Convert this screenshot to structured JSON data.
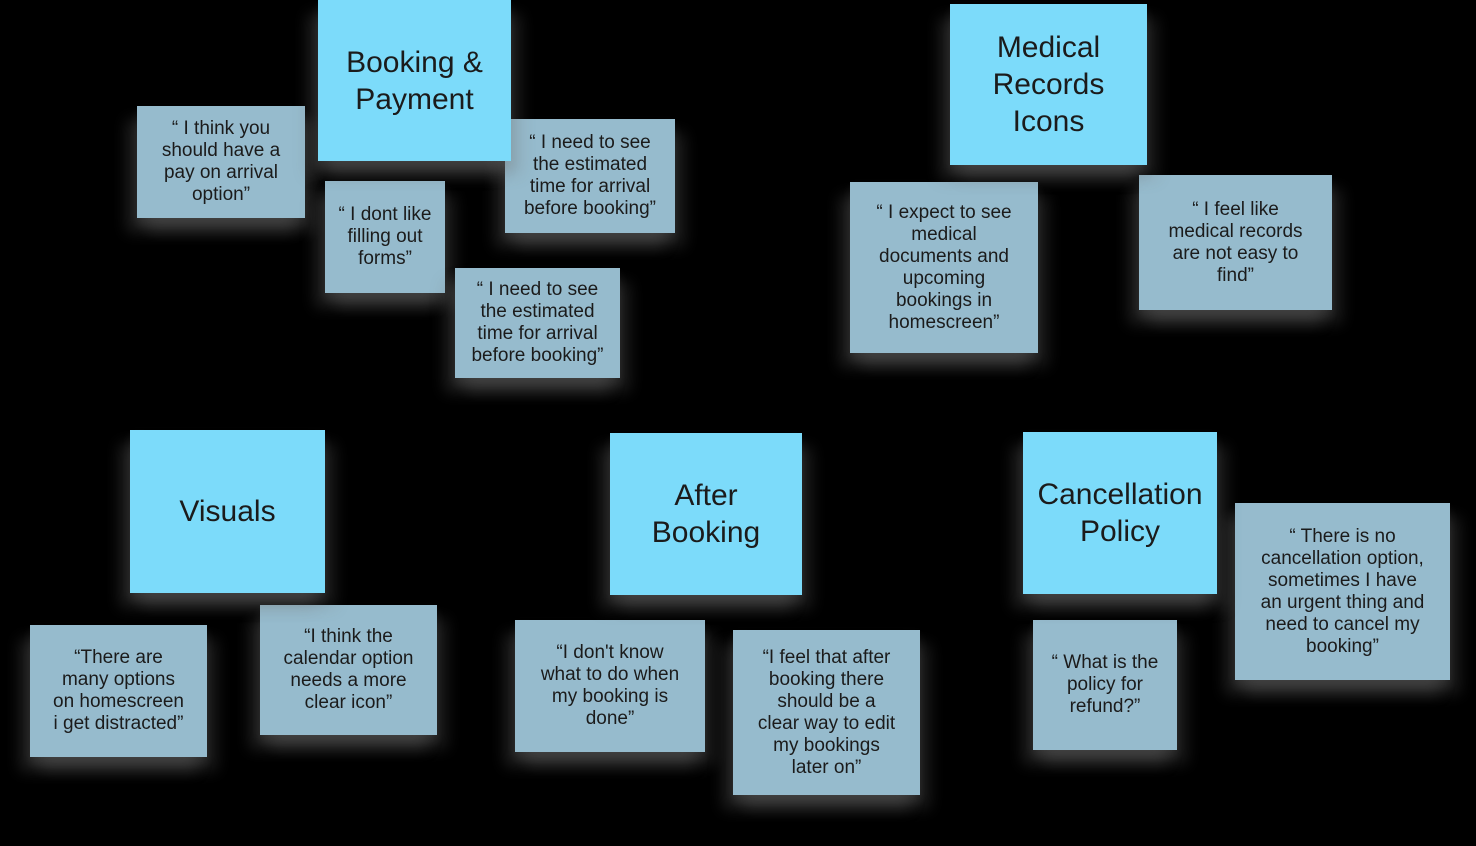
{
  "board": {
    "background_color": "#000000",
    "palette": {
      "category_fill": "#7cdbfa",
      "note_fill": "#96bbcd",
      "text_color": "#1b1b1b"
    },
    "groups": [
      {
        "name": "Booking & Payment",
        "header": "Booking &\nPayment",
        "notes": [
          "“ I think you\nshould have a\npay on arrival\noption”",
          "“ I dont like\nfilling out\nforms”",
          "“ I need to see\nthe estimated\ntime for arrival\nbefore booking”",
          "“ I need to see\nthe estimated\ntime for arrival\nbefore booking”"
        ]
      },
      {
        "name": "Medical Records Icons",
        "header": "Medical\nRecords\nIcons",
        "notes": [
          "“ I expect to see\nmedical\ndocuments and\nupcoming\nbookings in\nhomescreen”",
          "“ I feel like\nmedical records\nare not easy to\nfind”"
        ]
      },
      {
        "name": "Visuals",
        "header": "Visuals",
        "notes": [
          "“There are\nmany options\non homescreen\ni get distracted”",
          "“I think the\ncalendar option\nneeds a more\nclear icon”"
        ]
      },
      {
        "name": "After Booking",
        "header": "After\nBooking",
        "notes": [
          "“I don't know\nwhat to do when\nmy booking is\ndone”",
          "“I feel that after\nbooking there\nshould be a\nclear way to edit\nmy bookings\nlater on”"
        ]
      },
      {
        "name": "Cancellation Policy",
        "header": "Cancellation\nPolicy",
        "notes": [
          "“ What is the\npolicy for\nrefund?”",
          "“ There is no\ncancellation option,\nsometimes I have\nan urgent thing and\nneed to cancel my\nbooking”"
        ]
      }
    ]
  }
}
